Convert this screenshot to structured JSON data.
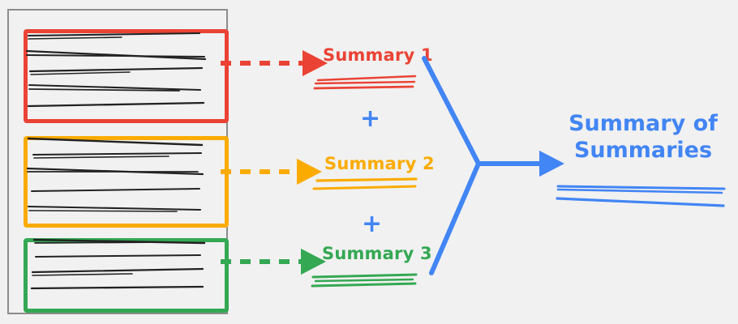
{
  "diagram": {
    "title": "Summary of Summaries",
    "background_color": "#f1f1f1",
    "colors": {
      "red": "#ea4335",
      "yellow": "#fbab00",
      "green": "#34a853",
      "blue": "#4285f4",
      "document_border": "#8c8c8c",
      "scribble": "#222222"
    },
    "document_container": {
      "name": "source-documents",
      "chunks": [
        {
          "id": "chunk-1",
          "color": "#ea4335",
          "text_lines": 5
        },
        {
          "id": "chunk-2",
          "color": "#fbab00",
          "text_lines": 5
        },
        {
          "id": "chunk-3",
          "color": "#34a853",
          "text_lines": 4
        }
      ]
    },
    "summaries": [
      {
        "label": "Summary 1",
        "color": "#ea4335",
        "arrow_style": "dashed",
        "scribble_lines": 3
      },
      {
        "label": "Summary 2",
        "color": "#fbab00",
        "arrow_style": "dashed",
        "scribble_lines": 2
      },
      {
        "label": "Summary 3",
        "color": "#34a853",
        "arrow_style": "dashed",
        "scribble_lines": 3
      }
    ],
    "operators": [
      {
        "symbol": "+",
        "color": "#4285f4"
      },
      {
        "symbol": "+",
        "color": "#4285f4"
      }
    ],
    "final_output": {
      "line1": "Summary of",
      "line2": "Summaries",
      "color": "#4285f4",
      "arrow_style": "solid",
      "scribble_lines": 3
    }
  }
}
